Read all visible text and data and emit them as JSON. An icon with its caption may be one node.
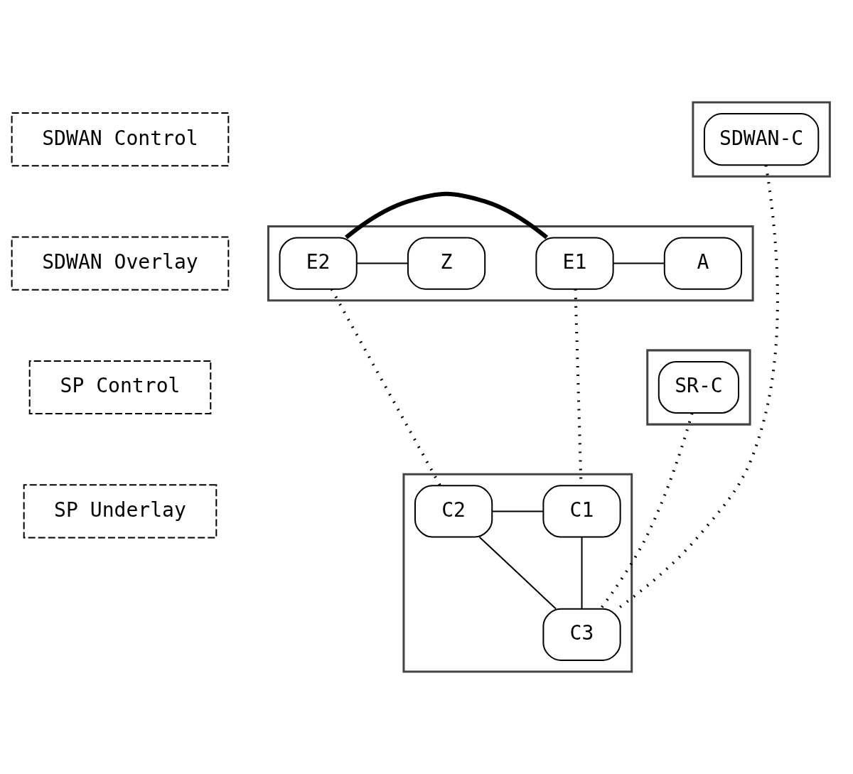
{
  "diagram": {
    "nodes": [
      {
        "text": [
          "SDWAN Control"
        ]
      },
      {
        "text": [
          "SDWAN Overlay"
        ]
      },
      {
        "text": [
          "SP Control"
        ]
      },
      {
        "text": [
          "SP Underlay"
        ]
      },
      {
        "text": [],
        "shape": "parallelogram"
      },
      {
        "text": [
          "SDWAN-C"
        ],
        "in": 4
      },
      {
        "text": [],
        "shape": "parallelogram"
      },
      {
        "text": [
          "A"
        ],
        "in": 6
      },
      {
        "text": [
          "E1"
        ],
        "in": 6
      },
      {
        "text": [
          "E2"
        ],
        "in": 6
      },
      {
        "text": [
          "Z"
        ],
        "in": 6
      },
      {
        "text": [],
        "shape": "parallelogram"
      },
      {
        "text": [
          "SR-C"
        ],
        "in": 11
      },
      {
        "text": [],
        "shape": "parallelogram"
      },
      {
        "text": [
          "C1"
        ],
        "in": 13
      },
      {
        "text": [
          "C2"
        ],
        "in": 13
      },
      {
        "text": [
          "C3"
        ],
        "in": 13
      }
    ],
    "edges": [
      {
        "from": 7,
        "to": 8,
        "arrow": "none"
      },
      {
        "from": 8,
        "to": 9,
        "arrow": "none",
        "style": "thick"
      },
      {
        "from": 9,
        "to": 10,
        "arrow": "none"
      },
      {
        "from": 8,
        "to": 14,
        "arrow": "none",
        "style": "dashed"
      },
      {
        "from": 9,
        "to": 15,
        "arrow": "none",
        "style": "dashed"
      },
      {
        "from": 5,
        "to": 16,
        "arrow": "none",
        "style": "dashed"
      },
      {
        "from": 12,
        "to": 16,
        "arrow": "none",
        "style": "dashed"
      },
      {
        "from": 14,
        "to": 15,
        "arrow": "none"
      },
      {
        "from": 14,
        "to": 16,
        "arrow": "none"
      },
      {
        "from": 15,
        "to": 16,
        "arrow": "none"
      }
    ]
  }
}
